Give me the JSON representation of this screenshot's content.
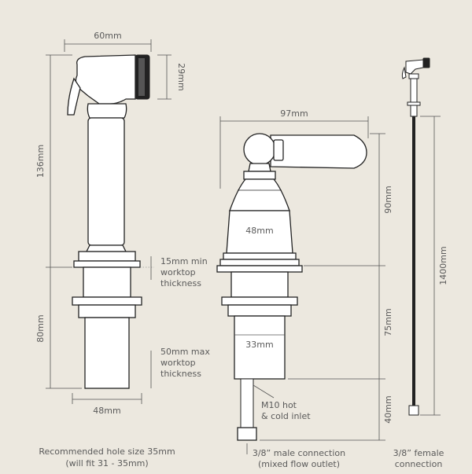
{
  "colors": {
    "background": "#ece8df",
    "line": "#222222",
    "text": "#5a5a5a"
  },
  "spray": {
    "width_top": "60mm",
    "head_height": "29mm",
    "total_height": "136mm",
    "below_worktop": "80mm",
    "base_width": "48mm",
    "min_worktop": [
      "15mm min",
      "worktop",
      "thickness"
    ],
    "max_worktop": [
      "50mm max",
      "worktop",
      "thickness"
    ],
    "hole_note": [
      "Recommended hole size 35mm",
      "(will fit 31 - 35mm)"
    ]
  },
  "tap": {
    "width": "97mm",
    "body_width": "48mm",
    "shank_width": "33mm",
    "upper_height": "90mm",
    "lower_height": "75mm",
    "inlet_length": "40mm",
    "inlet_note": [
      "M10 hot",
      "& cold inlet"
    ],
    "male_note": [
      "3/8” male connection",
      "(mixed flow outlet)"
    ]
  },
  "hose": {
    "length": "1400mm",
    "female_note": [
      "3/8” female",
      "connection"
    ]
  }
}
